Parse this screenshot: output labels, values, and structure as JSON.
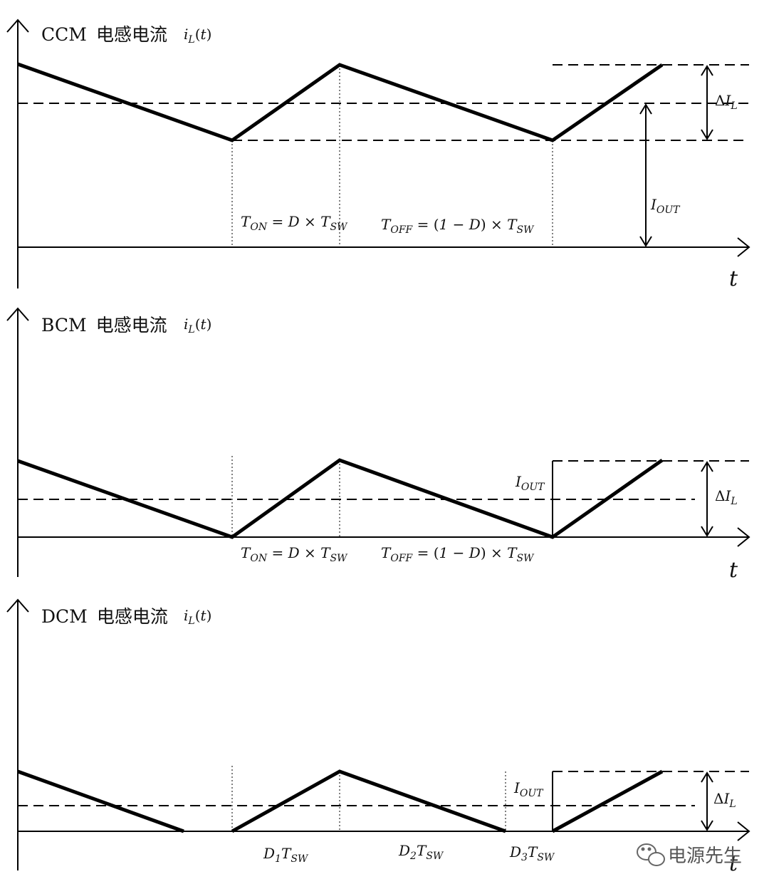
{
  "panels": [
    {
      "mode": "CCM",
      "title_cn": "电感电流",
      "ylabel": "iL(t)",
      "xlabel": "t",
      "labels": {
        "ton": "TON = D × TSW",
        "toff": "TOFF = (1 − D) × TSW",
        "iout": "IOUT",
        "delta": "ΔIL"
      }
    },
    {
      "mode": "BCM",
      "title_cn": "电感电流",
      "ylabel": "iL(t)",
      "xlabel": "t",
      "labels": {
        "ton": "TON = D × TSW",
        "toff": "TOFF = (1 − D) × TSW",
        "iout": "IOUT",
        "delta": "ΔIL"
      }
    },
    {
      "mode": "DCM",
      "title_cn": "电感电流",
      "ylabel": "iL(t)",
      "xlabel": "t",
      "labels": {
        "d1": "D1TSW",
        "d2": "D2TSW",
        "d3": "D3TSW",
        "iout": "IOUT",
        "delta": "ΔIL"
      }
    }
  ],
  "watermark": {
    "icon": "wechat-icon",
    "text": "电源先生"
  }
}
